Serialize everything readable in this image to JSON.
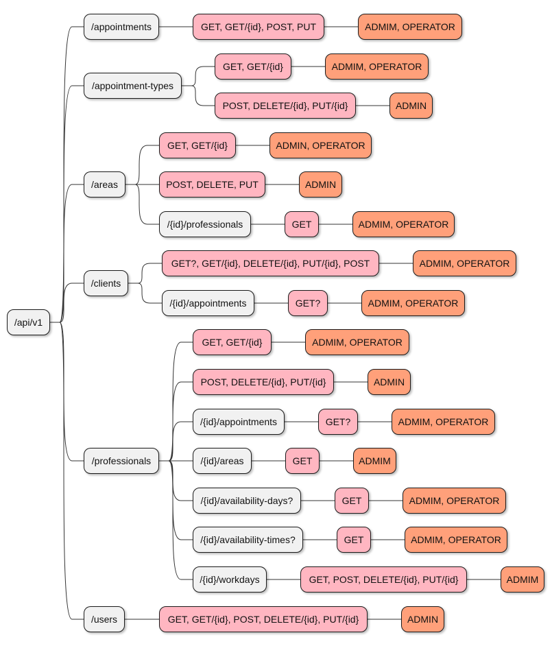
{
  "root": "/api/v1",
  "colors": {
    "path": "#f1f1f1",
    "method": "#ffb6c1",
    "role": "#ffa07a",
    "line": "#333333"
  },
  "nodes": [
    {
      "id": "root",
      "text": "/api/v1",
      "kind": "path",
      "parent": null
    },
    {
      "id": "appointments",
      "text": "/appointments",
      "kind": "path",
      "parent": "root"
    },
    {
      "id": "appointments-m1",
      "text": "GET, GET/{id}, POST, PUT",
      "kind": "method",
      "parent": "appointments"
    },
    {
      "id": "appointments-m1-r",
      "text": "ADMIM, OPERATOR",
      "kind": "role",
      "parent": "appointments-m1"
    },
    {
      "id": "appt-types",
      "text": "/appointment-types",
      "kind": "path",
      "parent": "root"
    },
    {
      "id": "appt-types-m1",
      "text": "GET, GET/{id}",
      "kind": "method",
      "parent": "appt-types"
    },
    {
      "id": "appt-types-m1-r",
      "text": "ADMIM, OPERATOR",
      "kind": "role",
      "parent": "appt-types-m1"
    },
    {
      "id": "appt-types-m2",
      "text": "POST, DELETE/{id}, PUT/{id}",
      "kind": "method",
      "parent": "appt-types"
    },
    {
      "id": "appt-types-m2-r",
      "text": "ADMIN",
      "kind": "role",
      "parent": "appt-types-m2"
    },
    {
      "id": "areas",
      "text": "/areas",
      "kind": "path",
      "parent": "root"
    },
    {
      "id": "areas-m1",
      "text": "GET, GET/{id}",
      "kind": "method",
      "parent": "areas"
    },
    {
      "id": "areas-m1-r",
      "text": "ADMIN, OPERATOR",
      "kind": "role",
      "parent": "areas-m1"
    },
    {
      "id": "areas-m2",
      "text": "POST, DELETE, PUT",
      "kind": "method",
      "parent": "areas"
    },
    {
      "id": "areas-m2-r",
      "text": "ADMIN",
      "kind": "role",
      "parent": "areas-m2"
    },
    {
      "id": "areas-p",
      "text": "/{id}/professionals",
      "kind": "path",
      "parent": "areas"
    },
    {
      "id": "areas-p-m",
      "text": "GET",
      "kind": "method",
      "parent": "areas-p"
    },
    {
      "id": "areas-p-m-r",
      "text": "ADMIM, OPERATOR",
      "kind": "role",
      "parent": "areas-p-m"
    },
    {
      "id": "clients",
      "text": "/clients",
      "kind": "path",
      "parent": "root"
    },
    {
      "id": "clients-m1",
      "text": "GET?, GET/{id}, DELETE/{id}, PUT/{id}, POST",
      "kind": "method",
      "parent": "clients"
    },
    {
      "id": "clients-m1-r",
      "text": "ADMIM, OPERATOR",
      "kind": "role",
      "parent": "clients-m1"
    },
    {
      "id": "clients-a",
      "text": "/{id}/appointments",
      "kind": "path",
      "parent": "clients"
    },
    {
      "id": "clients-a-m",
      "text": "GET?",
      "kind": "method",
      "parent": "clients-a"
    },
    {
      "id": "clients-a-m-r",
      "text": "ADMIM, OPERATOR",
      "kind": "role",
      "parent": "clients-a-m"
    },
    {
      "id": "prof",
      "text": "/professionals",
      "kind": "path",
      "parent": "root"
    },
    {
      "id": "prof-m1",
      "text": "GET, GET/{id}",
      "kind": "method",
      "parent": "prof"
    },
    {
      "id": "prof-m1-r",
      "text": "ADMIM, OPERATOR",
      "kind": "role",
      "parent": "prof-m1"
    },
    {
      "id": "prof-m2",
      "text": "POST, DELETE/{id}, PUT/{id}",
      "kind": "method",
      "parent": "prof"
    },
    {
      "id": "prof-m2-r",
      "text": "ADMIN",
      "kind": "role",
      "parent": "prof-m2"
    },
    {
      "id": "prof-appt",
      "text": "/{id}/appointments",
      "kind": "path",
      "parent": "prof"
    },
    {
      "id": "prof-appt-m",
      "text": "GET?",
      "kind": "method",
      "parent": "prof-appt"
    },
    {
      "id": "prof-appt-m-r",
      "text": "ADMIM, OPERATOR",
      "kind": "role",
      "parent": "prof-appt-m"
    },
    {
      "id": "prof-areas",
      "text": "/{id}/areas",
      "kind": "path",
      "parent": "prof"
    },
    {
      "id": "prof-areas-m",
      "text": "GET",
      "kind": "method",
      "parent": "prof-areas"
    },
    {
      "id": "prof-areas-m-r",
      "text": "ADMIM",
      "kind": "role",
      "parent": "prof-areas-m"
    },
    {
      "id": "prof-ad",
      "text": "/{id}/availability-days?",
      "kind": "path",
      "parent": "prof"
    },
    {
      "id": "prof-ad-m",
      "text": "GET",
      "kind": "method",
      "parent": "prof-ad"
    },
    {
      "id": "prof-ad-m-r",
      "text": "ADMIM, OPERATOR",
      "kind": "role",
      "parent": "prof-ad-m"
    },
    {
      "id": "prof-at",
      "text": "/{id}/availability-times?",
      "kind": "path",
      "parent": "prof"
    },
    {
      "id": "prof-at-m",
      "text": "GET",
      "kind": "method",
      "parent": "prof-at"
    },
    {
      "id": "prof-at-m-r",
      "text": "ADMIM, OPERATOR",
      "kind": "role",
      "parent": "prof-at-m"
    },
    {
      "id": "prof-wd",
      "text": "/{id}/workdays",
      "kind": "path",
      "parent": "prof"
    },
    {
      "id": "prof-wd-m",
      "text": "GET, POST, DELETE/{id}, PUT/{id}",
      "kind": "method",
      "parent": "prof-wd"
    },
    {
      "id": "prof-wd-m-r",
      "text": "ADMIM",
      "kind": "role",
      "parent": "prof-wd-m"
    },
    {
      "id": "users",
      "text": "/users",
      "kind": "path",
      "parent": "root"
    },
    {
      "id": "users-m",
      "text": "GET, GET/{id}, POST, DELETE/{id}, PUT/{id}",
      "kind": "method",
      "parent": "users"
    },
    {
      "id": "users-m-r",
      "text": "ADMIN",
      "kind": "role",
      "parent": "users-m"
    }
  ]
}
